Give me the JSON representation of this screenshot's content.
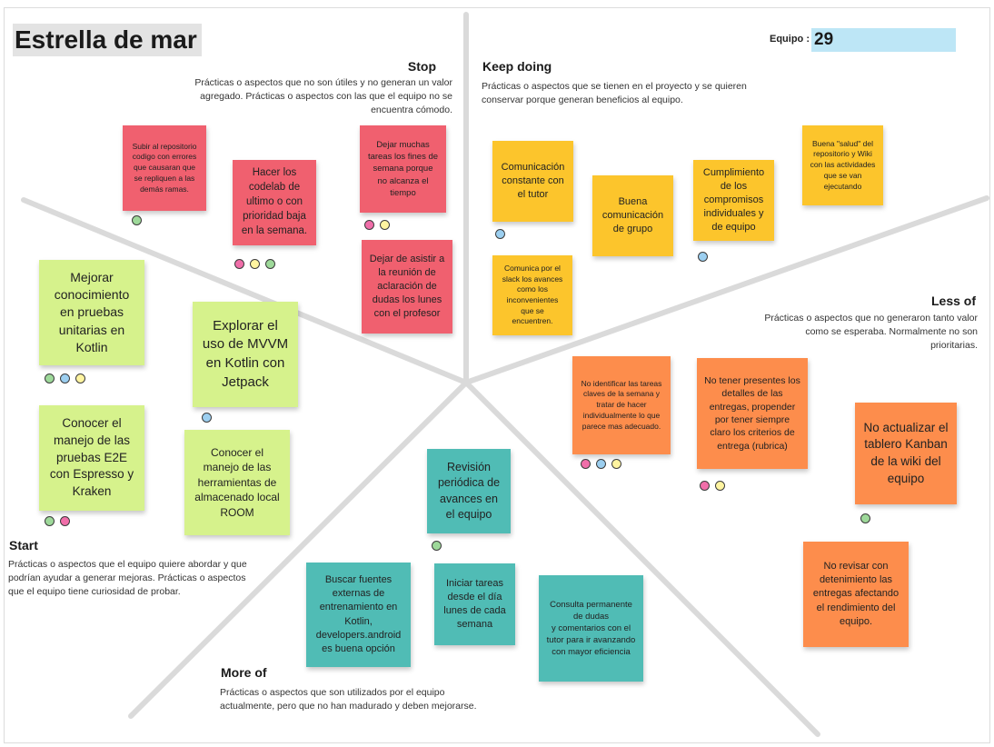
{
  "header": {
    "title": "Estrella de mar",
    "team_label": "Equipo :",
    "team_value": "29"
  },
  "sections": {
    "stop": {
      "title": "Stop",
      "description": "Prácticas o aspectos que no son útiles y no generan un valor agregado. Prácticas o aspectos con las que el equipo no se encuentra cómodo."
    },
    "keep": {
      "title": "Keep doing",
      "description": "Prácticas o aspectos que se tienen en el proyecto y se quieren conservar porque generan beneficios al equipo."
    },
    "less": {
      "title": "Less of",
      "description": "Prácticas o aspectos que no generaron tanto valor como se esperaba. Normalmente no son prioritarias."
    },
    "start": {
      "title": "Start",
      "description": "Prácticas o aspectos que el equipo quiere abordar y que podrían ayudar a generar mejoras. Prácticas o aspectos que el equipo tiene curiosidad de probar."
    },
    "more": {
      "title": "More of",
      "description": "Prácticas o aspectos que son utilizados por el equipo actualmente, pero que no han madurado y deben mejorarse."
    }
  },
  "notes": {
    "stop1": "Subir al repositorio codigo con errores que causaran que se repliquen a las demás ramas.",
    "stop2": "Hacer los codelab de ultimo o con prioridad baja en la semana.",
    "stop3": "Dejar muchas tareas  los fines de semana porque no alcanza el tiempo",
    "stop4": "Dejar de asistir a la reunión de aclaración de dudas los lunes con el profesor",
    "keep1": "Comunicación constante con el tutor",
    "keep2": "Buena comunicación de grupo",
    "keep3": "Cumplimiento de los compromisos individuales y de equipo",
    "keep4": "Buena \"salud\" del repositorio y Wiki con las actividades que se van ejecutando",
    "keep5": "Comunica por el slack los avances como los inconvenientes que se encuentren.",
    "start1": "Mejorar conocimiento en pruebas unitarias en Kotlin",
    "start2": "Explorar el uso de MVVM en Kotlin con Jetpack",
    "start3": "Conocer el manejo de las pruebas E2E con Espresso y Kraken",
    "start4": "Conocer el manejo de las herramientas de almacenado local ROOM",
    "less1": "No identificar las tareas claves de la semana y tratar de hacer individualmente lo que parece mas adecuado.",
    "less2": "No tener presentes los detalles de las entregas, propender por tener siempre claro los criterios de entrega (rubrica)",
    "less3": "No actualizar el tablero Kanban de la wiki del equipo",
    "less4": "No revisar con detenimiento las entregas afectando el rendimiento del equipo.",
    "more1": "Revisión periódica de avances en el equipo",
    "more2": "Buscar fuentes externas de entrenamiento en Kotlin, developers.android es buena opción",
    "more3": "Iniciar tareas desde el día lunes de cada semana",
    "more4": "Consulta permanente de dudas\ny comentarios con el tutor para ir avanzando con mayor eficiencia"
  },
  "colors": {
    "stop": "#f0606f",
    "keep": "#fcc52c",
    "start": "#d6f28c",
    "less": "#fd8d4c",
    "more": "#50bcb5",
    "team_field": "#bde6f6"
  }
}
